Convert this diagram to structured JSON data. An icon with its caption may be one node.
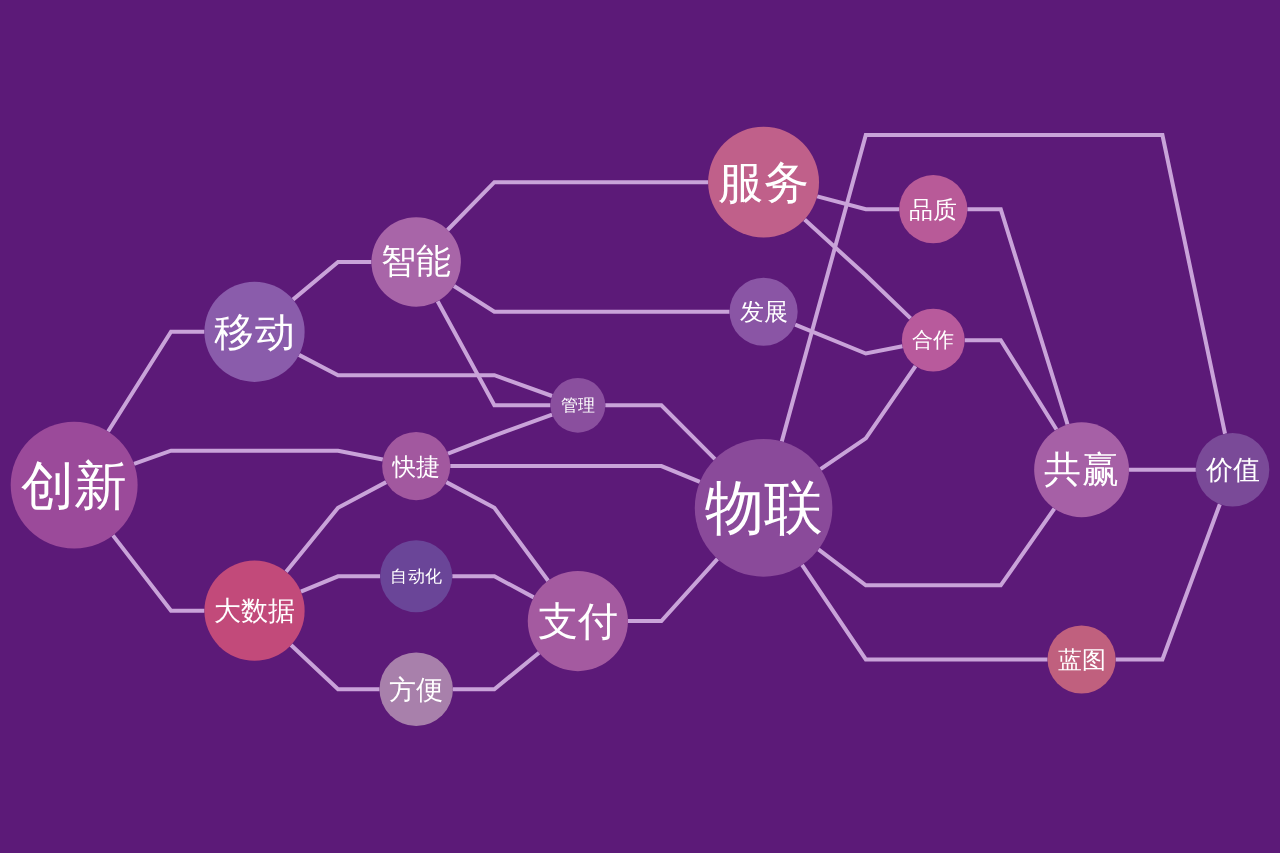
{
  "diagram": {
    "nodes": [
      {
        "text": [
          "创新"
        ]
      },
      {
        "text": [
          "移动"
        ]
      },
      {
        "text": [
          "智能"
        ]
      },
      {
        "text": [
          "服务"
        ]
      },
      {
        "text": [
          "发展"
        ]
      },
      {
        "text": [
          "品质"
        ]
      },
      {
        "text": [
          "管理"
        ]
      },
      {
        "text": [
          "快捷"
        ]
      },
      {
        "text": [
          "大数据"
        ]
      },
      {
        "text": [
          "合作"
        ]
      },
      {
        "text": [
          "共赢"
        ]
      },
      {
        "text": [
          "物联"
        ]
      },
      {
        "text": [
          "自动化"
        ]
      },
      {
        "text": [
          "方便"
        ]
      },
      {
        "text": [
          "支付"
        ]
      },
      {
        "text": [
          "价值"
        ]
      },
      {
        "text": [
          "蓝图"
        ]
      }
    ],
    "edges": [
      {
        "from": 0,
        "to": 1,
        "arrow": "none"
      },
      {
        "from": 0,
        "to": 8,
        "arrow": "none"
      },
      {
        "from": 0,
        "to": 7,
        "arrow": "none"
      },
      {
        "from": 1,
        "to": 2,
        "arrow": "none"
      },
      {
        "from": 1,
        "to": 6,
        "arrow": "none"
      },
      {
        "from": 2,
        "to": 3,
        "arrow": "none"
      },
      {
        "from": 2,
        "to": 4,
        "arrow": "none"
      },
      {
        "from": 2,
        "to": 6,
        "arrow": "none"
      },
      {
        "from": 3,
        "to": 5,
        "arrow": "none"
      },
      {
        "from": 3,
        "to": 9,
        "arrow": "none"
      },
      {
        "from": 4,
        "to": 9,
        "arrow": "none"
      },
      {
        "from": 5,
        "to": 10,
        "arrow": "none"
      },
      {
        "from": 7,
        "to": 6,
        "arrow": "none"
      },
      {
        "from": 6,
        "to": 11,
        "arrow": "none"
      },
      {
        "from": 8,
        "to": 7,
        "arrow": "none"
      },
      {
        "from": 7,
        "to": 11,
        "arrow": "none"
      },
      {
        "from": 7,
        "to": 14,
        "arrow": "none"
      },
      {
        "from": 8,
        "to": 12,
        "arrow": "none"
      },
      {
        "from": 8,
        "to": 13,
        "arrow": "none"
      },
      {
        "from": 12,
        "to": 14,
        "arrow": "none"
      },
      {
        "from": 13,
        "to": 14,
        "arrow": "none"
      },
      {
        "from": 14,
        "to": 11,
        "arrow": "none"
      },
      {
        "from": 11,
        "to": 9,
        "arrow": "none"
      },
      {
        "from": 9,
        "to": 10,
        "arrow": "none"
      },
      {
        "from": 11,
        "to": 10,
        "arrow": "none"
      },
      {
        "from": 11,
        "to": 15,
        "arrow": "none"
      },
      {
        "from": 11,
        "to": 16,
        "arrow": "none"
      },
      {
        "from": 10,
        "to": 15,
        "arrow": "none"
      },
      {
        "from": 16,
        "to": 15,
        "arrow": "none"
      }
    ]
  }
}
